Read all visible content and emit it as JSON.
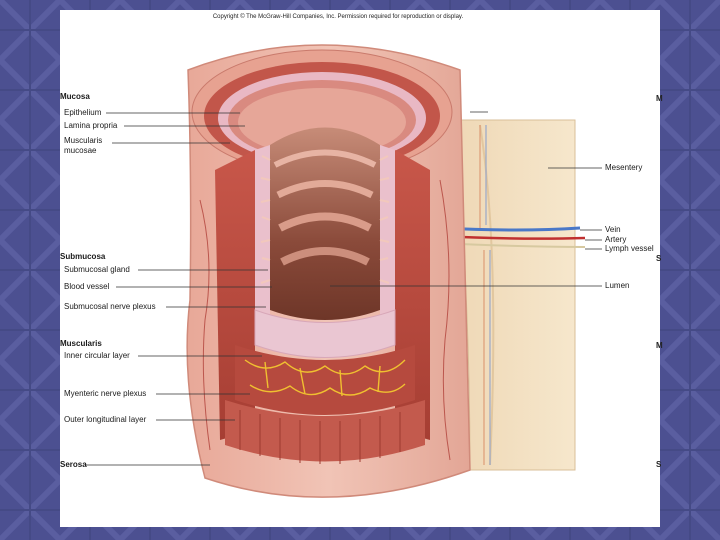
{
  "copyright": "Copyright © The McGraw-Hill Companies, Inc. Permission required for reproduction or display.",
  "diagram": {
    "left_labels": {
      "mucosa": "Mucosa",
      "epithelium": "Epithelium",
      "lamina_propria": "Lamina propria",
      "muscularis_mucosae_1": "Muscularis",
      "muscularis_mucosae_2": "mucosae",
      "submucosa": "Submucosa",
      "submucosal_gland": "Submucosal gland",
      "blood_vessel": "Blood vessel",
      "submucosal_nerve_plexus": "Submucosal nerve plexus",
      "muscularis": "Muscularis",
      "inner_circular_layer": "Inner circular layer",
      "myenteric_nerve_plexus": "Myenteric nerve plexus",
      "outer_longitudinal_layer": "Outer longitudinal layer",
      "serosa": "Serosa"
    },
    "right_labels": {
      "mesentery": "Mesentery",
      "vein": "Vein",
      "artery": "Artery",
      "lymph_vessel": "Lymph vessel",
      "lumen": "Lumen"
    },
    "edge_letters": [
      "M",
      "S",
      "M",
      "S"
    ],
    "colors": {
      "background": "#4b4f8f",
      "mucosa_pink": "#d9807a",
      "muscle_red": "#b84a3e",
      "serosa_pink": "#eec3b5",
      "mesentery_cream": "#f3e2c4",
      "lumen_brown": "#8a4a3a",
      "nerve_yellow": "#f0c030",
      "vein_blue": "#4a78c8",
      "artery_red": "#c03030"
    }
  }
}
